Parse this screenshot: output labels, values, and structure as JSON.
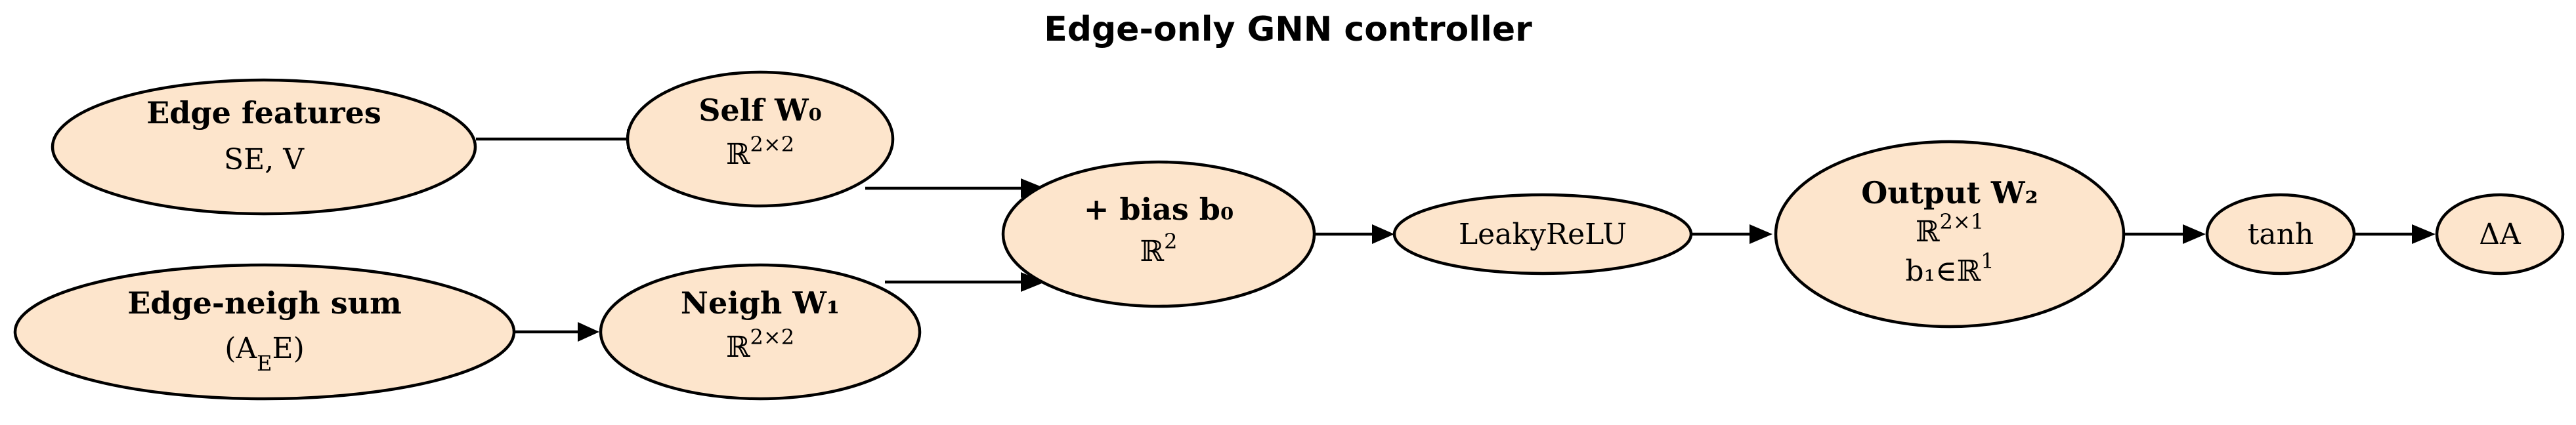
{
  "title": "Edge-only GNN controller",
  "colors": {
    "node_fill": "#fde5cc",
    "stroke": "#000000",
    "background": "#ffffff"
  },
  "nodes": {
    "edge_features": {
      "line1": "Edge features",
      "line2": "SE, V"
    },
    "edge_neigh_sum": {
      "line1": "Edge-neigh  sum",
      "line2_pre": "(A",
      "line2_sub": "E",
      "line2_post": "E)"
    },
    "self_w0": {
      "line1": "Self  W₀",
      "line2": "ℝ",
      "line2_sup": "2×2"
    },
    "neigh_w1": {
      "line1": "Neigh  W₁",
      "line2": "ℝ",
      "line2_sup": "2×2"
    },
    "bias_b0": {
      "line1": "+ bias  b₀",
      "line2": "ℝ",
      "line2_sup": "2"
    },
    "leaky_relu": {
      "line1": "LeakyReLU"
    },
    "output_w2": {
      "line1": "Output  W₂",
      "line2": "ℝ",
      "line2_sup": "2×1",
      "line3": "b₁∈ℝ",
      "line3_sup": "1"
    },
    "tanh": {
      "line1": "tanh"
    },
    "delta_a": {
      "line1": "ΔA"
    }
  },
  "edges": [
    {
      "from": "edge_features",
      "to": "self_w0"
    },
    {
      "from": "edge_neigh_sum",
      "to": "neigh_w1"
    },
    {
      "from": "self_w0",
      "to": "bias_b0"
    },
    {
      "from": "neigh_w1",
      "to": "bias_b0"
    },
    {
      "from": "bias_b0",
      "to": "leaky_relu"
    },
    {
      "from": "leaky_relu",
      "to": "output_w2"
    },
    {
      "from": "output_w2",
      "to": "tanh"
    },
    {
      "from": "tanh",
      "to": "delta_a"
    }
  ]
}
